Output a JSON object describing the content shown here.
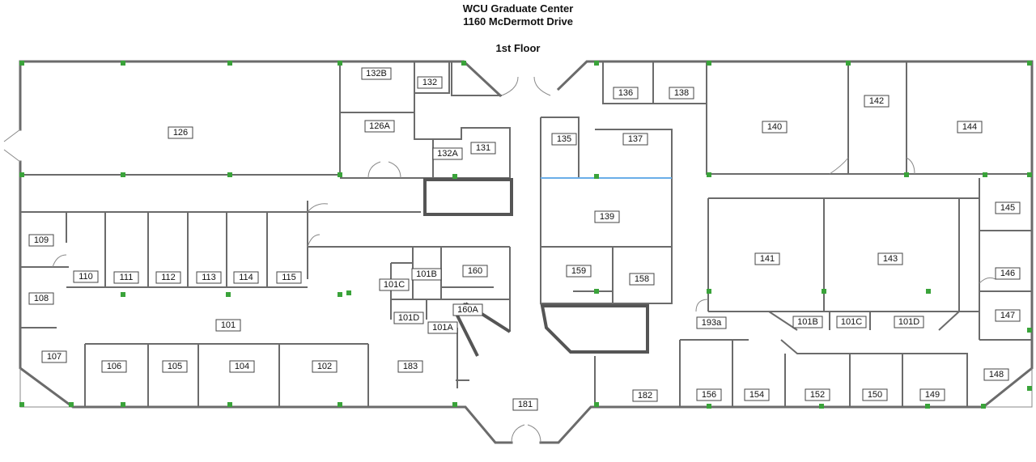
{
  "header": {
    "building": "WCU Graduate Center",
    "address": "1160 McDermott Drive",
    "floor": "1st Floor"
  },
  "colors": {
    "wall": "#6b6b6b",
    "marker": "#3aa33a",
    "glass": "#6aaee8"
  },
  "rooms": [
    "126",
    "132B",
    "132",
    "126A",
    "132A",
    "131",
    "135",
    "137",
    "136",
    "138",
    "140",
    "142",
    "144",
    "139",
    "145",
    "146",
    "147",
    "148",
    "141",
    "143",
    "101B",
    "101C",
    "101D",
    "193a",
    "109",
    "110",
    "111",
    "112",
    "113",
    "114",
    "115",
    "108",
    "101",
    "107",
    "106",
    "105",
    "104",
    "102",
    "183",
    "101C",
    "101B",
    "160",
    "101D",
    "160A",
    "101A",
    "159",
    "158",
    "181",
    "182",
    "156",
    "154",
    "152",
    "150",
    "149"
  ]
}
